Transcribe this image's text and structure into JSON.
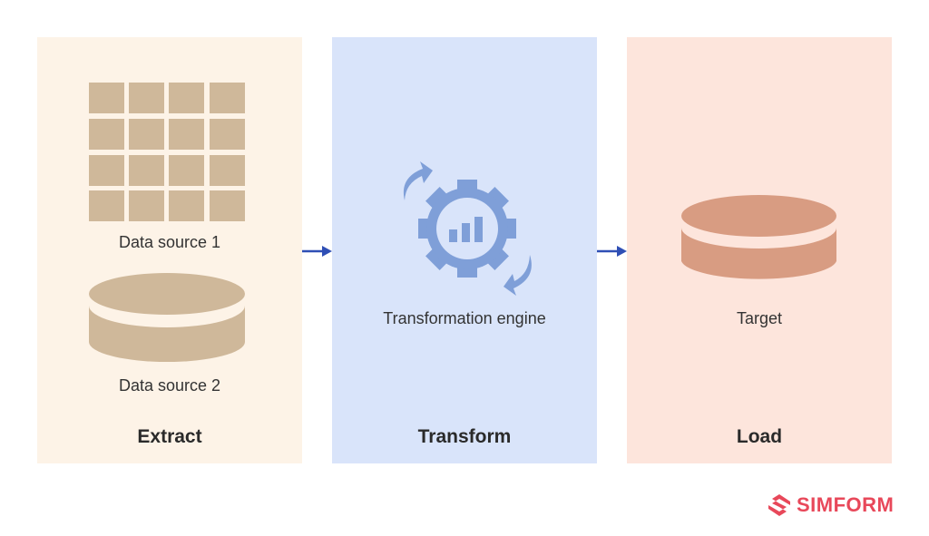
{
  "extract": {
    "stage": "Extract",
    "source1": "Data source 1",
    "source2": "Data source 2"
  },
  "transform": {
    "stage": "Transform",
    "engine": "Transformation engine"
  },
  "load": {
    "stage": "Load",
    "target": "Target"
  },
  "brand": {
    "name": "SIMFORM"
  },
  "colors": {
    "extract_bg": "#fdf3e7",
    "transform_bg": "#d9e4fa",
    "load_bg": "#fde5dc",
    "source": "#cfb89a",
    "gear": "#7f9fd8",
    "target": "#d89c82",
    "arrow": "#2f4fb5",
    "brand": "#e8485a"
  }
}
